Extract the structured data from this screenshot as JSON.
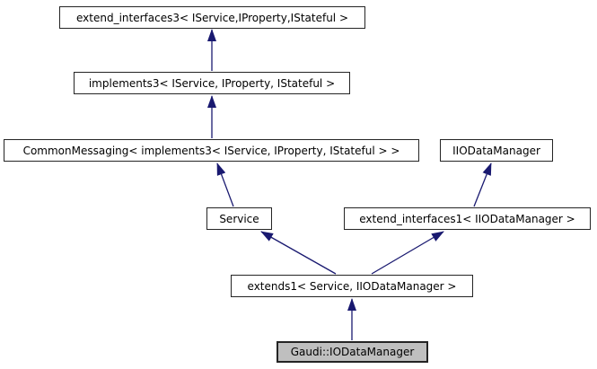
{
  "diagram": {
    "type": "class-inheritance-graph",
    "background_color": "#ffffff",
    "arrow_color": "#191970",
    "node_border_color": "#242424",
    "node_fill_color": "#ffffff",
    "highlighted_node_fill_color": "#bfbfbf",
    "nodes": [
      {
        "id": "extend_interfaces3",
        "label": "extend_interfaces3< IService,IProperty,IStateful >",
        "highlighted": false
      },
      {
        "id": "implements3",
        "label": "implements3< IService, IProperty, IStateful >",
        "highlighted": false
      },
      {
        "id": "common_messaging",
        "label": "CommonMessaging< implements3< IService, IProperty, IStateful > >",
        "highlighted": false
      },
      {
        "id": "iiodatamanager",
        "label": "IIODataManager",
        "highlighted": false
      },
      {
        "id": "service",
        "label": "Service",
        "highlighted": false
      },
      {
        "id": "extend_interfaces1",
        "label": "extend_interfaces1< IIODataManager >",
        "highlighted": false
      },
      {
        "id": "extends1",
        "label": "extends1< Service, IIODataManager >",
        "highlighted": false
      },
      {
        "id": "gaudi_iodatamanager",
        "label": "Gaudi::IODataManager",
        "highlighted": true
      }
    ],
    "edges": [
      {
        "from": "implements3",
        "to": "extend_interfaces3"
      },
      {
        "from": "common_messaging",
        "to": "implements3"
      },
      {
        "from": "service",
        "to": "common_messaging"
      },
      {
        "from": "extend_interfaces1",
        "to": "iiodatamanager"
      },
      {
        "from": "extends1",
        "to": "service"
      },
      {
        "from": "extends1",
        "to": "extend_interfaces1"
      },
      {
        "from": "gaudi_iodatamanager",
        "to": "extends1"
      }
    ]
  }
}
